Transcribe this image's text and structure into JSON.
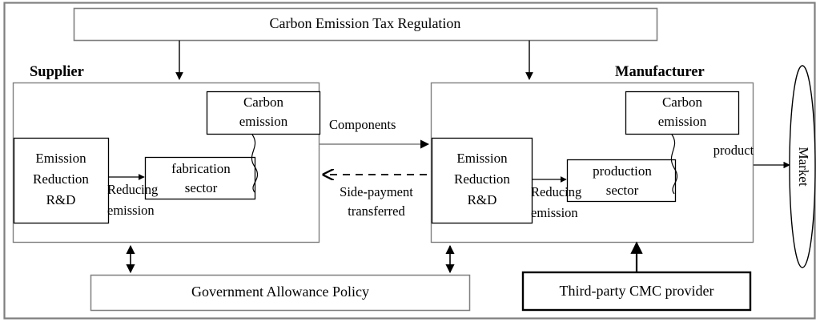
{
  "diagram": {
    "title_bar": {
      "label": "Carbon Emission Tax Regulation"
    },
    "actors": {
      "supplier_label": "Supplier",
      "manufacturer_label": "Manufacturer"
    },
    "supplier": {
      "rnd_line1": "Emission",
      "rnd_line2": "Reduction",
      "rnd_line3": "R&D",
      "sector_line1": "fabrication",
      "sector_line2": "sector",
      "carbon_line1": "Carbon",
      "carbon_line2": "emission",
      "reducing_line1": "Reducing",
      "reducing_line2": "emission"
    },
    "manufacturer": {
      "rnd_line1": "Emission",
      "rnd_line2": "Reduction",
      "rnd_line3": "R&D",
      "sector_line1": "production",
      "sector_line2": "sector",
      "carbon_line1": "Carbon",
      "carbon_line2": "emission",
      "reducing_line1": "Reducing",
      "reducing_line2": "emission"
    },
    "flows": {
      "components": "Components",
      "side_payment_line1": "Side-payment",
      "side_payment_line2": "transferred",
      "product": "product"
    },
    "market": {
      "label": "Market"
    },
    "bottom": {
      "government_policy": "Government Allowance Policy",
      "third_party": "Third-party CMC provider"
    },
    "colors": {
      "frame": "#7f7f7f",
      "box_stroke": "#7f7f7f",
      "strong_stroke": "#000000",
      "background": "#ffffff",
      "text": "#000000"
    }
  }
}
